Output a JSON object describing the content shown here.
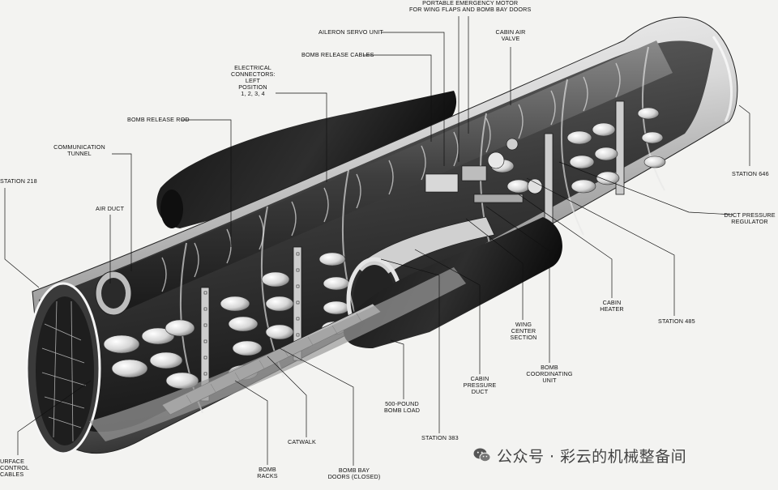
{
  "labels": {
    "portable_emergency_motor": [
      "PORTABLE EMERGENCY MOTOR",
      "FOR WING FLAPS AND BOMB BAY DOORS"
    ],
    "aileron_servo_unit": [
      "AILERON SERVO UNIT"
    ],
    "cabin_air_valve": [
      "CABIN AIR",
      "VALVE"
    ],
    "bomb_release_cables": [
      "BOMB RELEASE CABLES"
    ],
    "electrical_connectors": [
      "ELECTRICAL",
      "CONNECTORS:",
      "LEFT",
      "POSITION",
      "1, 2, 3, 4"
    ],
    "bomb_release_rod": [
      "BOMB RELEASE ROD"
    ],
    "communication_tunnel": [
      "COMMUNICATION",
      "TUNNEL"
    ],
    "station_218": [
      "STATION 218"
    ],
    "air_duct": [
      "AIR DUCT"
    ],
    "station_646": [
      "STATION 646"
    ],
    "duct_pressure_regulator": [
      "DUCT PRESSURE",
      "REGULATOR"
    ],
    "cabin_heater": [
      "CABIN",
      "HEATER"
    ],
    "station_485": [
      "STATION 485"
    ],
    "wing_center_section": [
      "WING",
      "CENTER",
      "SECTION"
    ],
    "bomb_coordinating_unit": [
      "BOMB",
      "COORDINATING",
      "UNIT"
    ],
    "cabin_pressure_duct": [
      "CABIN",
      "PRESSURE",
      "DUCT"
    ],
    "bomb_load": [
      "500-POUND",
      "BOMB LOAD"
    ],
    "station_383": [
      "STATION 383"
    ],
    "catwalk": [
      "CATWALK"
    ],
    "bomb_racks": [
      "BOMB",
      "RACKS"
    ],
    "bomb_bay_doors": [
      "BOMB BAY",
      "DOORS (CLOSED)"
    ],
    "surface_control_cables": [
      "URFACE",
      "CONTROL",
      "CABLES"
    ]
  },
  "watermark": {
    "icon": "wechat-icon",
    "text": "公众号 · 彩云的机械整备间"
  },
  "colors": {
    "paper": "#f3f3f1",
    "ink": "#111111",
    "shadow": "#1c1c1c"
  }
}
